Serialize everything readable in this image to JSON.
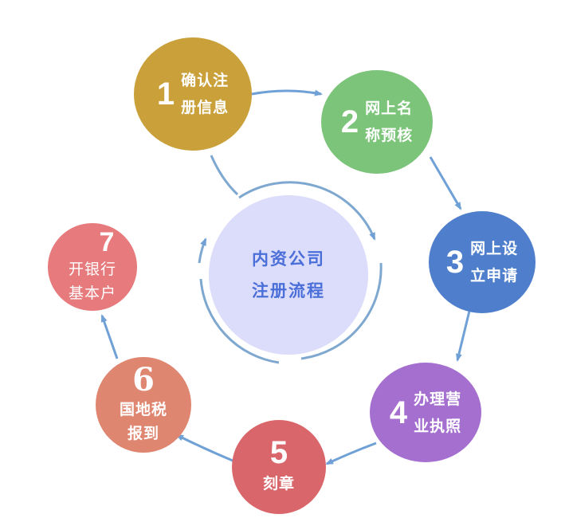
{
  "title": {
    "line1": "内资公司",
    "line2": "注册流程"
  },
  "colors": {
    "center_fill": "#dcdcfb",
    "center_text": "#4a6fd8",
    "ring": "#7fa8d0",
    "arrow": "#6fa0d6",
    "step1": "#c9a03a",
    "step2": "#7cc47a",
    "step3": "#4f7fcc",
    "step4": "#a56fd0",
    "step5": "#d9666a",
    "step6": "#df8670",
    "step7": "#e67a7c"
  },
  "steps": [
    {
      "number": "1",
      "line1": "确认注",
      "line2": "册信息"
    },
    {
      "number": "2",
      "line1": "网上名",
      "line2": "称预核"
    },
    {
      "number": "3",
      "line1": "网上设",
      "line2": "立申请"
    },
    {
      "number": "4",
      "line1": "办理营",
      "line2": "业执照"
    },
    {
      "number": "5",
      "line1": "刻章",
      "line2": ""
    },
    {
      "number": "6",
      "line1": "国地税",
      "line2": "报到"
    },
    {
      "number": "7",
      "line1": "开银行",
      "line2": "基本户"
    }
  ]
}
